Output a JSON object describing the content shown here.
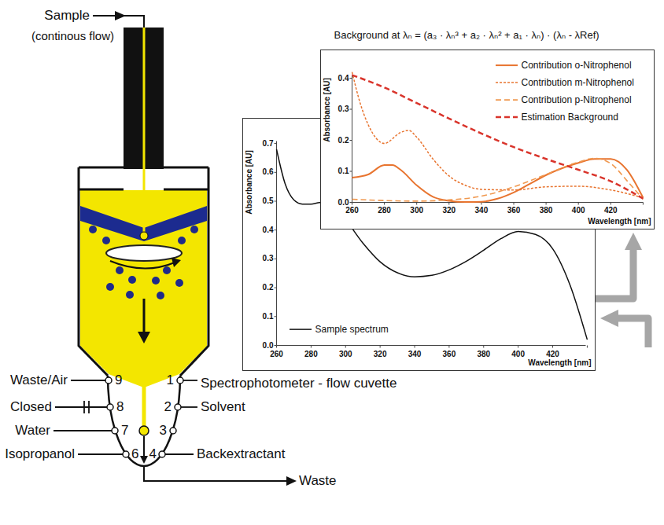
{
  "diagram": {
    "nodes": [
      {
        "text": [
          "Background at λₙ = (a₃ · λₙ³ + a₂ · λₙ² + a₁ · λₙ) · (λₙ - λRef)",
          "Absorbance [AU]",
          "Wavelength [nm]"
        ]
      },
      {
        "text": [
          "Absorbance [AU]",
          "Wavelength [nm]"
        ]
      }
    ],
    "edges": [
      {
        "from": 1,
        "to": 0,
        "arrow": "to"
      }
    ],
    "labels": [
      "Sample",
      "(continous flow)",
      "Waste/Air",
      "9",
      "1",
      "Spectrophotometer - flow cuvette",
      "Closed",
      "8",
      "2",
      "Solvent",
      "Water",
      "7",
      "3",
      "Isopropanol",
      "6",
      "4",
      "Backextractant",
      "Waste",
      "0.4",
      "0.3",
      "0.2",
      "0.1",
      "0.0",
      "260",
      "280",
      "300",
      "320",
      "340",
      "360",
      "380",
      "400",
      "420",
      "0.7",
      "0.6",
      "0.5",
      "0.4",
      "0.3",
      "0.2",
      "0.1",
      "0.0",
      "260",
      "280",
      "300",
      "320",
      "340",
      "360",
      "380",
      "400",
      "420"
    ],
    "legend": [
      {
        "text": "Contribution o-Nitrophenol"
      },
      {
        "text": "Contribution m-Nitrophenol"
      },
      {
        "text": "Contribution p-Nitrophenol"
      },
      {
        "text": "Estimation Background"
      },
      {
        "text": "Sample spectrum"
      }
    ]
  }
}
